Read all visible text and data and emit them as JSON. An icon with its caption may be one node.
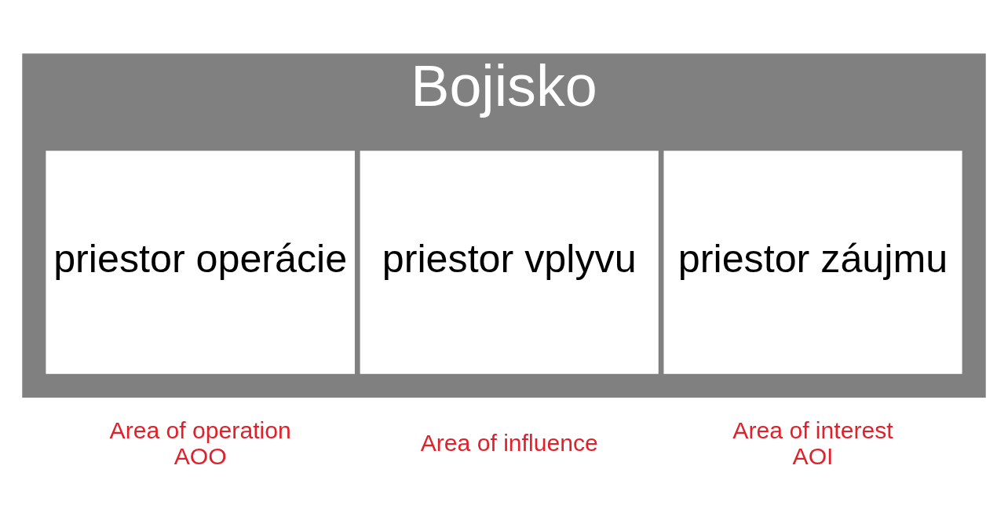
{
  "diagram": {
    "nodes": [
      {
        "text": [
          "Bojisko"
        ]
      },
      {
        "text": [
          "priestor operácie"
        ],
        "in": 0,
        "beside": [
          "Area of operation",
          "AOO"
        ]
      },
      {
        "text": [
          "priestor vplyvu"
        ],
        "in": 0,
        "beside": [
          "Area of influence"
        ]
      },
      {
        "text": [
          "priestor záujmu"
        ],
        "in": 0,
        "beside": [
          "Area of interest",
          "AOI"
        ]
      }
    ],
    "edges": []
  }
}
